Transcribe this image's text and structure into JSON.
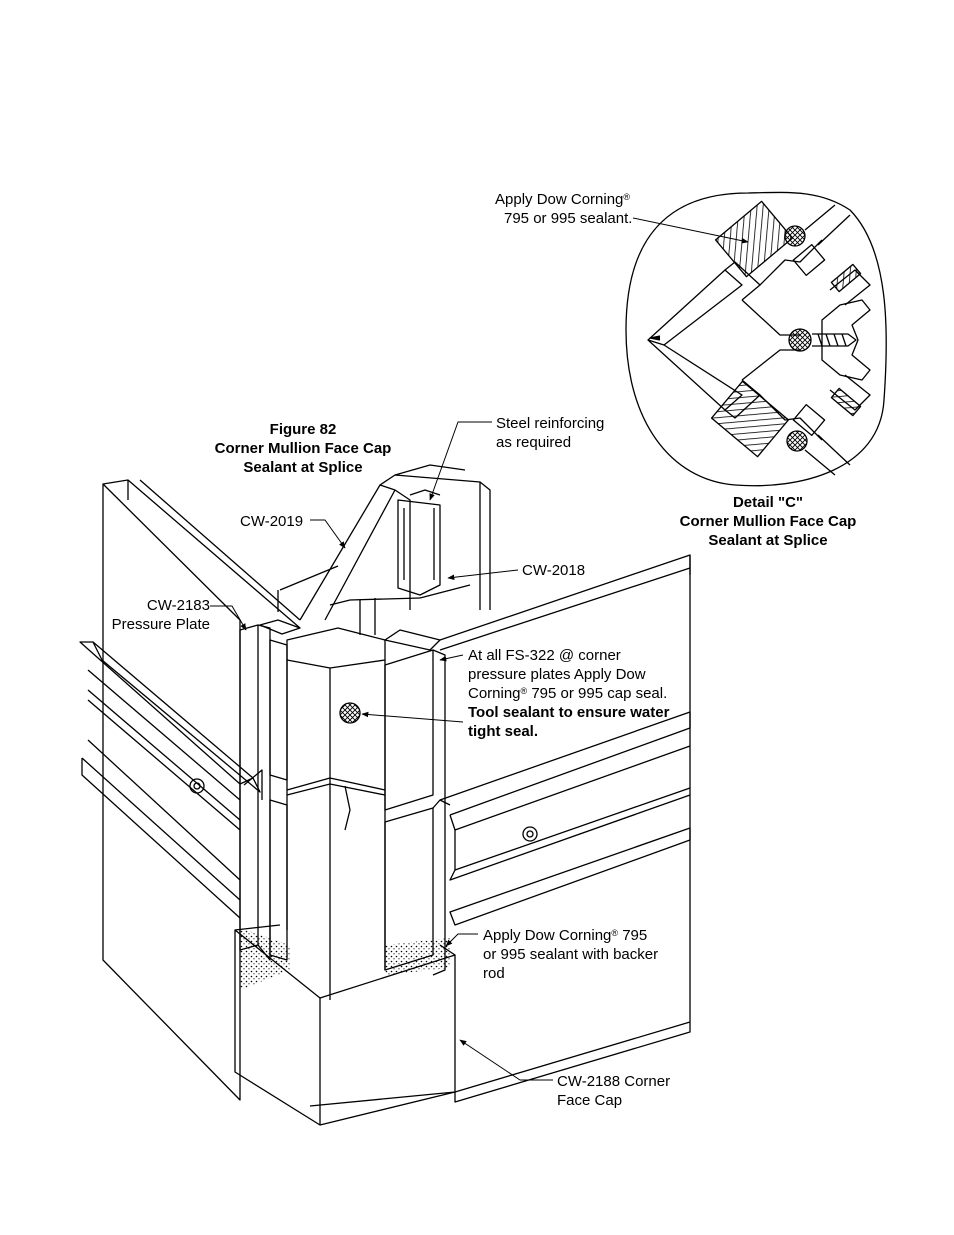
{
  "figure": {
    "number_line": "Figure  82",
    "title_line1": "Corner Mullion Face Cap",
    "title_line2": "Sealant at Splice"
  },
  "detail": {
    "title_line1": "Detail \"C\"",
    "title_line2": "Corner Mullion Face Cap",
    "title_line3": "Sealant at Splice",
    "callout_line1": "Apply Dow Corning",
    "callout_reg": "®",
    "callout_line2": "795 or 995 sealant."
  },
  "callouts": {
    "steel_line1": "Steel reinforcing",
    "steel_line2": "as required",
    "cw2019": "CW-2019",
    "cw2018": "CW-2018",
    "cw2183_line1": "CW-2183",
    "cw2183_line2": "Pressure Plate",
    "fs322_line1": "At all FS-322  @ corner",
    "fs322_line2": "pressure plates Apply Dow",
    "fs322_line3a": "Corning",
    "fs322_reg": "®",
    "fs322_line3b": "  795 or 995  cap seal.",
    "fs322_line4": "Tool sealant to ensure water",
    "fs322_line5": "tight seal.",
    "backer_line1a": "Apply Dow Corning",
    "backer_reg": "®",
    "backer_line1b": "  795",
    "backer_line2": "or 995 sealant with backer",
    "backer_line3": "rod",
    "cw2188_line1": "CW-2188 Corner",
    "cw2188_line2": "Face Cap"
  }
}
